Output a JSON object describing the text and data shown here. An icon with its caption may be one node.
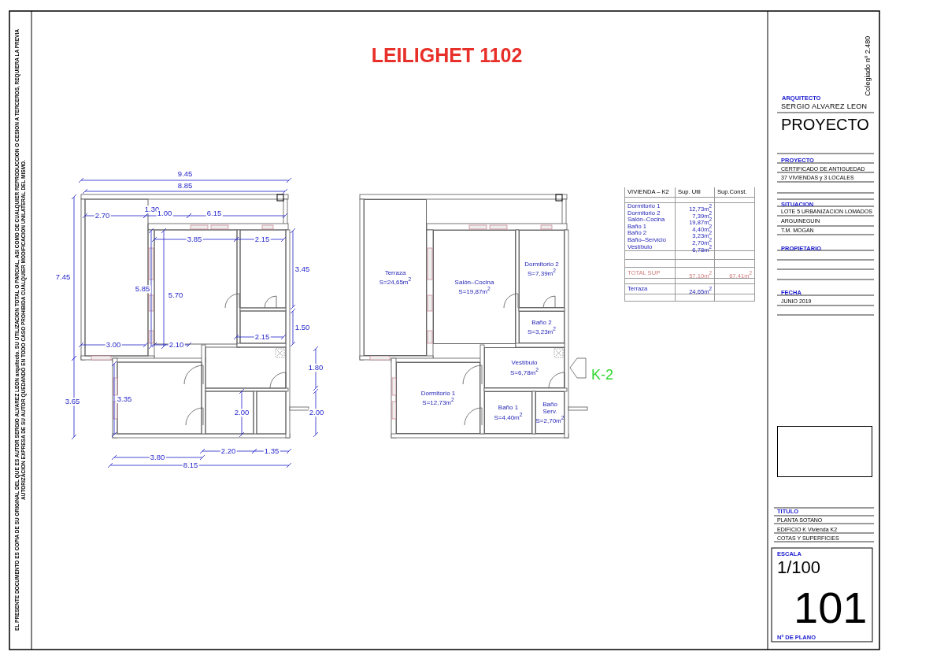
{
  "diagram": {
    "title": "LEILIGHET 1102",
    "nodes": [
      {
        "text": [
          "Terraza",
          "S=24,65m$^{2}$"
        ]
      },
      {
        "text": [
          "Salón–Cocina",
          "S=19,87m$^{2}$"
        ]
      },
      {
        "text": [
          "Dormitorio 2",
          "S=7,39m$^{2}$"
        ]
      },
      {
        "text": [
          "Baño 2",
          "S=3,23m$^{2}$"
        ]
      },
      {
        "text": [
          "Vestíbulo",
          "S=6,78m$^{2}$"
        ]
      },
      {
        "text": [
          "Dormitorio 1",
          "S=12,73m$^{2}$"
        ]
      },
      {
        "text": [
          "Baño 1",
          "S=4,40m$^{2}$"
        ]
      },
      {
        "text": [
          "Baño Serv.",
          "S=2,70m$^{2}$"
        ]
      },
      {
        "text": [],
        "shape": "box"
      }
    ],
    "edges": [
      {
        "from": null,
        "to": 4,
        "arrow": "to"
      }
    ],
    "labels": [
      "EL PRESENTE DOCUMENTO ES COPIA DE SU ORIGINAL DEL QUE ES AUTOR SERGIO ALVAREZ LEON arquitecto. SU UTILIZACION TOTAL O PARCIAL, ASI COMO DE CUALQUIER REPRODUCCION O CESION A TERCEROS, REQUIERA LA PREVIA AUTORIZACION EXPRESA DE SU AUTOR QUEDANDO EN TODO CASO PROHIBIDA CUALQUIER MODIFICACION UNILATERAL DEL MISMO.",
      "Colegiado nº 2.480",
      "ARQUITECTO",
      "SERGIO ALVAREZ LEON",
      "PROYECTO",
      "9.45",
      "8.85",
      "1.30",
      "2.70",
      "1.00",
      "6.15",
      "3.85",
      "2.15",
      "3.45",
      "7.45",
      "5.85",
      "5.70",
      "1.50",
      "2.15",
      "3.00",
      "2.10",
      "1.80",
      "3.65",
      "3.35",
      "2.00",
      "2.00",
      "3.80",
      "2.20",
      "1.35",
      "8.15",
      "VIVIENDA – K2",
      "Sup. Util",
      "Sup.Const.",
      "Dormitorio 1",
      "12,73m$^{2}$",
      "Dormitorio 2",
      "7,39m$^{2}$",
      "Salón–Cocina",
      "19,87m$^{2}$",
      "Baño 1",
      "4,40m$^{2}$",
      "Baño 2",
      "3,23m$^{2}$",
      "Baño–Servicio",
      "2,70m$^{2}$",
      "Vestíbulo",
      "6,78m$^{2}$",
      "TOTAL SUP",
      "57,10m$^{2}$",
      "67,41m$^{2}$",
      "Terraza",
      "24,65m$^{2}$",
      "PROYECTO",
      "CERTIFICADO DE ANTIGUEDAD",
      "37 VIVIENDAS y 3 LOCALES",
      "SITUACION",
      "LOTE 5 URBANIZACION LOMADOS",
      "ARGUINEGUIN",
      "T.M. MOGAN",
      "PROPIETARIO",
      "FECHA",
      "JUNIO 2019",
      "TITULO",
      "PLANTA SOTANO",
      "EDIFICIO K Vivienda K2",
      "COTAS Y SUPERFICIES",
      "ESCALA",
      "1/100",
      "101",
      "Nº DE PLANO",
      "K-2"
    ]
  }
}
